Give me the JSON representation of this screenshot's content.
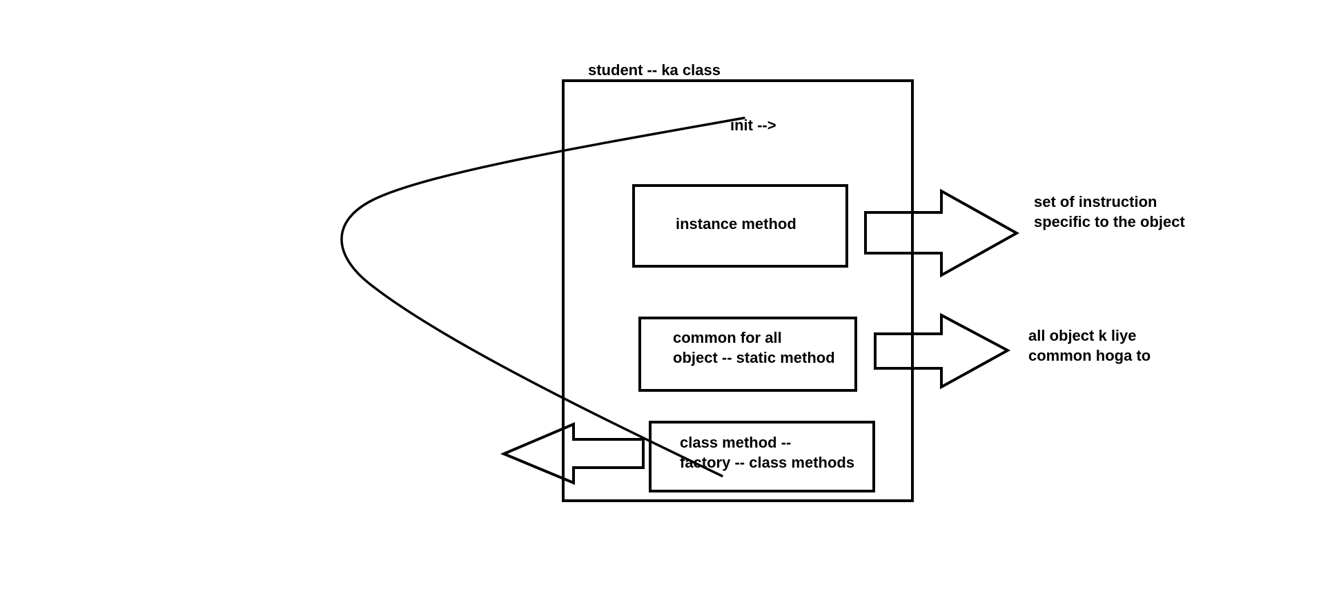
{
  "diagram": {
    "class_title": "student -- ka class",
    "init_label": "init  -->",
    "instance_method": {
      "label": "instance method",
      "note_line1": "set of instruction",
      "note_line2": "specific to the object"
    },
    "static_method": {
      "label_line1": "common for all",
      "label_line2": "object -- static method",
      "note_line1": "all object k liye",
      "note_line2": "common hoga to"
    },
    "class_method": {
      "label_line1": "class method --",
      "label_line2": "factory -- class methods"
    }
  },
  "colors": {
    "ink": "#000000",
    "background": "#ffffff"
  }
}
